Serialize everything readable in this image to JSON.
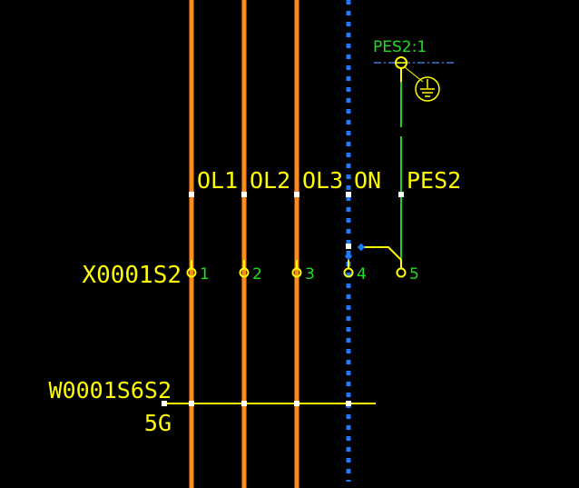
{
  "colors": {
    "background": "#000000",
    "wire_orange": "#ff8c1a",
    "wire_blue": "#1e7bff",
    "cable_yellow": "#ffff00",
    "pe_green": "#22cc22",
    "label_yellow": "#ffff00",
    "label_green": "#22dd22",
    "dash_blue": "#4477dd"
  },
  "diagram": {
    "pe_terminal_label": "PES2:1",
    "wire_labels": [
      "OL1",
      "OL2",
      "OL3",
      "ON",
      "PES2"
    ],
    "terminal_strip_label": "X0001S2",
    "terminal_numbers": [
      "1",
      "2",
      "3",
      "4",
      "5"
    ],
    "cable_label": "W0001S6S2",
    "cable_type": "5G",
    "icons": [
      "ground-symbol-icon"
    ]
  }
}
